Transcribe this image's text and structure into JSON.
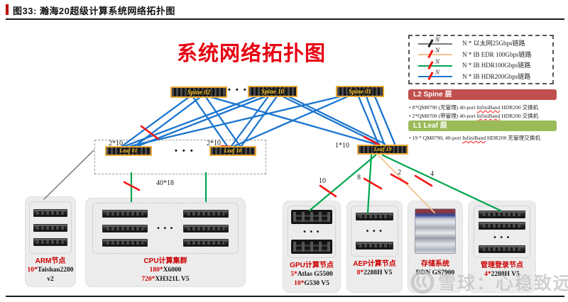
{
  "header": {
    "caption": "图33: 瀚海20超级计算系统网络拓扑图"
  },
  "diagram": {
    "title": "系统网络拓扑图",
    "ellipsis": "• • •",
    "spines": [
      "Spine 02",
      "Spine 10",
      "Spine 01"
    ],
    "leafs": [
      "Leaf 01",
      "Leaf 18",
      "Leaf 19"
    ],
    "link_labels": {
      "leaf01": "2*10",
      "leaf18": "2*10",
      "leaf19": "1*10",
      "cpu": "40*18",
      "gpu": "10",
      "aep": "8",
      "storage": "2",
      "mgmt": "4"
    }
  },
  "legend": {
    "marker": "N",
    "items": [
      {
        "icon": "gray-line",
        "label": "N * 以太网25Gbps链路"
      },
      {
        "icon": "orange-line",
        "label": "N * IB EDR 100Gbps链路"
      },
      {
        "icon": "green-line",
        "label": "N * IB HDR100Gbps链路"
      },
      {
        "icon": "blue-line",
        "label": "N * IB HDR200Gbps链路"
      }
    ]
  },
  "layers": {
    "spine": {
      "title": "L2 Spine 层",
      "bullets": [
        {
          "pre": "• 8*QM8790 (无管理) 40-port ",
          "ib": "InfiniBand",
          "post": " HDR200 交换机"
        },
        {
          "pre": "• 2*QM8700 (带管理) 40-port ",
          "ib": "InfiniBand",
          "post": " HDR200 交换机"
        }
      ]
    },
    "leaf": {
      "title": "L1 Leaf 层",
      "bullets": [
        {
          "pre": "• 19 * QM8790, 40-port ",
          "ib": "InfiniBand",
          "post": " HDR200 无管理交换机"
        }
      ]
    }
  },
  "nodes": [
    {
      "title": "ARM节点",
      "specs": [
        {
          "red": "10*",
          "text": "Taishan2280"
        },
        {
          "red": "",
          "text": "v2"
        }
      ]
    },
    {
      "title": "CPU计算集群",
      "specs": [
        {
          "red": "180*",
          "text": "X6000"
        },
        {
          "red": "720*",
          "text": "XH321L V5"
        }
      ]
    },
    {
      "title": "GPU计算节点",
      "specs": [
        {
          "red": "5*",
          "text": "Atlas G5500"
        },
        {
          "red": "10*",
          "text": "G530 V5"
        }
      ]
    },
    {
      "title": "AEP计算节点",
      "specs": [
        {
          "red": "8*",
          "text": "2288H V5"
        }
      ]
    },
    {
      "title": "存储系统",
      "specs": [
        {
          "red": "",
          "text": "DDN GS7900"
        }
      ]
    },
    {
      "title": "管理登录节点",
      "specs": [
        {
          "red": "4*",
          "text": "2288H V5"
        }
      ]
    }
  ],
  "watermark": {
    "text": "雪球：心稳致远"
  },
  "colors": {
    "caption_red": "#C00000",
    "title_red": "#E60012",
    "node_red": "#CC0000",
    "link_blue": "#1B75CF",
    "link_green": "#00A650",
    "link_orange": "#F2C38E",
    "link_gray": "#7A7A7A",
    "slash_red": "#F51515",
    "spine_bar_bg": "#C0504D",
    "leaf_bar_bg": "#9BBB59",
    "switch_border": "#EBA937",
    "switch_label": "#FFC629"
  }
}
